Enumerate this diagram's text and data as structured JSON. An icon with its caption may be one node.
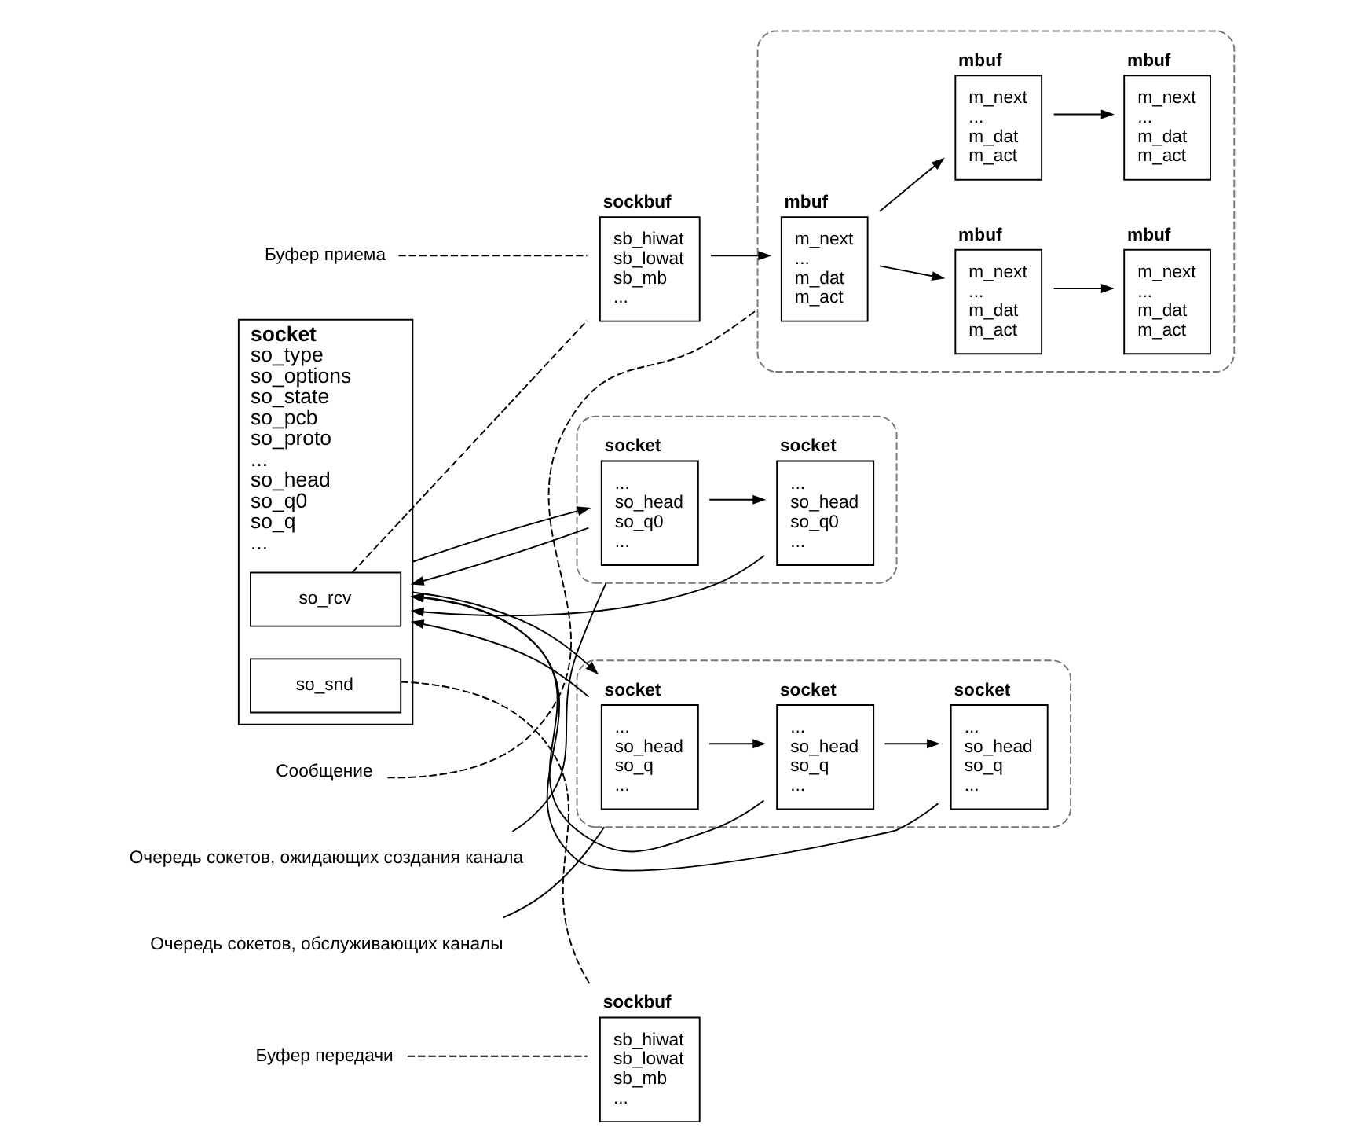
{
  "diagram": {
    "nodes": [
      {
        "text": [
          "socket",
          "so_type so_options so_state so_pcb so_proto ... so_head so_q0 so_q ..."
        ]
      },
      {
        "text": [
          "so_rcv"
        ],
        "in": 0
      },
      {
        "text": [
          "so_snd"
        ],
        "in": 0
      },
      {
        "text": [
          "Буфер приема"
        ]
      },
      {
        "text": [
          "sockbuf",
          "sb_hiwat sb_lowat sb_mb ..."
        ]
      },
      {
        "text": [
          "sockbuf",
          "sb_hiwat sb_lowat sb_mb ..."
        ]
      },
      {
        "text": [
          "Буфер передачи"
        ]
      },
      {
        "text": [],
        "shape": "box"
      },
      {
        "text": [
          "mbuf",
          "m_next ... m_dat m_act"
        ],
        "in": 7
      },
      {
        "text": [
          "mbuf",
          "m_next ... m_dat m_act"
        ],
        "in": 7
      },
      {
        "text": [
          "mbuf",
          "m_next ... m_dat m_act"
        ],
        "in": 7
      },
      {
        "text": [
          "mbuf",
          "m_next ... m_dat m_act"
        ],
        "in": 7
      },
      {
        "text": [
          "mbuf",
          "m_next ... m_dat m_act"
        ],
        "in": 7
      },
      {
        "text": [
          "Сообщение"
        ]
      },
      {
        "text": [],
        "shape": "box"
      },
      {
        "text": [
          "socket",
          "... so_head so_q0 ..."
        ],
        "in": 14
      },
      {
        "text": [
          "socket",
          "... so_head so_q0 ..."
        ],
        "in": 14
      },
      {
        "text": [
          "Очередь сокетов, ожидающих создания канала"
        ]
      },
      {
        "text": [],
        "shape": "box"
      },
      {
        "text": [
          "socket",
          "... so_head so_q ..."
        ],
        "in": 18
      },
      {
        "text": [
          "socket",
          "... so_head so_q ..."
        ],
        "in": 18
      },
      {
        "text": [
          "socket",
          "... so_head so_q ..."
        ],
        "in": 18
      },
      {
        "text": [
          "Очередь сокетов, обслуживающих каналы"
        ]
      }
    ],
    "edges": [
      {
        "from": 1,
        "to": 4,
        "arrow": "none",
        "style": "dashed"
      },
      {
        "from": 2,
        "to": 5,
        "arrow": "none",
        "style": "dashed"
      },
      {
        "from": 3,
        "to": 4,
        "arrow": "none",
        "style": "dashed"
      },
      {
        "from": 6,
        "to": 5,
        "arrow": "none",
        "style": "dashed"
      },
      {
        "from": 4,
        "to": 8,
        "arrow": "to"
      },
      {
        "from": 8,
        "to": 9,
        "arrow": "to"
      },
      {
        "from": 9,
        "to": 10,
        "arrow": "to"
      },
      {
        "from": 8,
        "to": 11,
        "arrow": "to"
      },
      {
        "from": 11,
        "to": 12,
        "arrow": "to"
      },
      {
        "from": 13,
        "to": 7,
        "arrow": "none",
        "style": "dashed"
      },
      {
        "from": 0,
        "to": 15,
        "arrow": "to"
      },
      {
        "from": 0,
        "to": 19,
        "arrow": "to"
      },
      {
        "from": 15,
        "to": 16,
        "arrow": "to"
      },
      {
        "from": 15,
        "to": 0,
        "arrow": "to"
      },
      {
        "from": 16,
        "to": 0,
        "arrow": "to"
      },
      {
        "from": 17,
        "to": 14,
        "arrow": "none"
      },
      {
        "from": 19,
        "to": 20,
        "arrow": "to"
      },
      {
        "from": 20,
        "to": 21,
        "arrow": "to"
      },
      {
        "from": 19,
        "to": 0,
        "arrow": "to"
      },
      {
        "from": 20,
        "to": 0,
        "arrow": "to"
      },
      {
        "from": 21,
        "to": 0,
        "arrow": "to"
      },
      {
        "from": 22,
        "to": 18,
        "arrow": "none"
      }
    ]
  }
}
